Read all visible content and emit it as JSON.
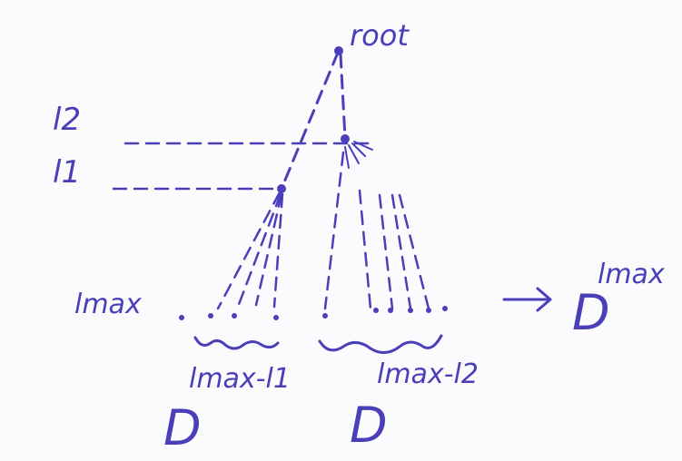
{
  "nodes": {
    "root_label": "root"
  },
  "levels": {
    "l2": "l2",
    "l1": "l1",
    "lmax": "lmax"
  },
  "subtrees": {
    "left": {
      "base": "D",
      "exponent": "lmax-l1"
    },
    "right": {
      "base": "D",
      "exponent": "lmax-l2"
    }
  },
  "result": {
    "arrow": "→",
    "base": "D",
    "exponent": "lmax"
  },
  "colors": {
    "ink": "#4a3fb8",
    "paper": "#fbfbfd"
  }
}
